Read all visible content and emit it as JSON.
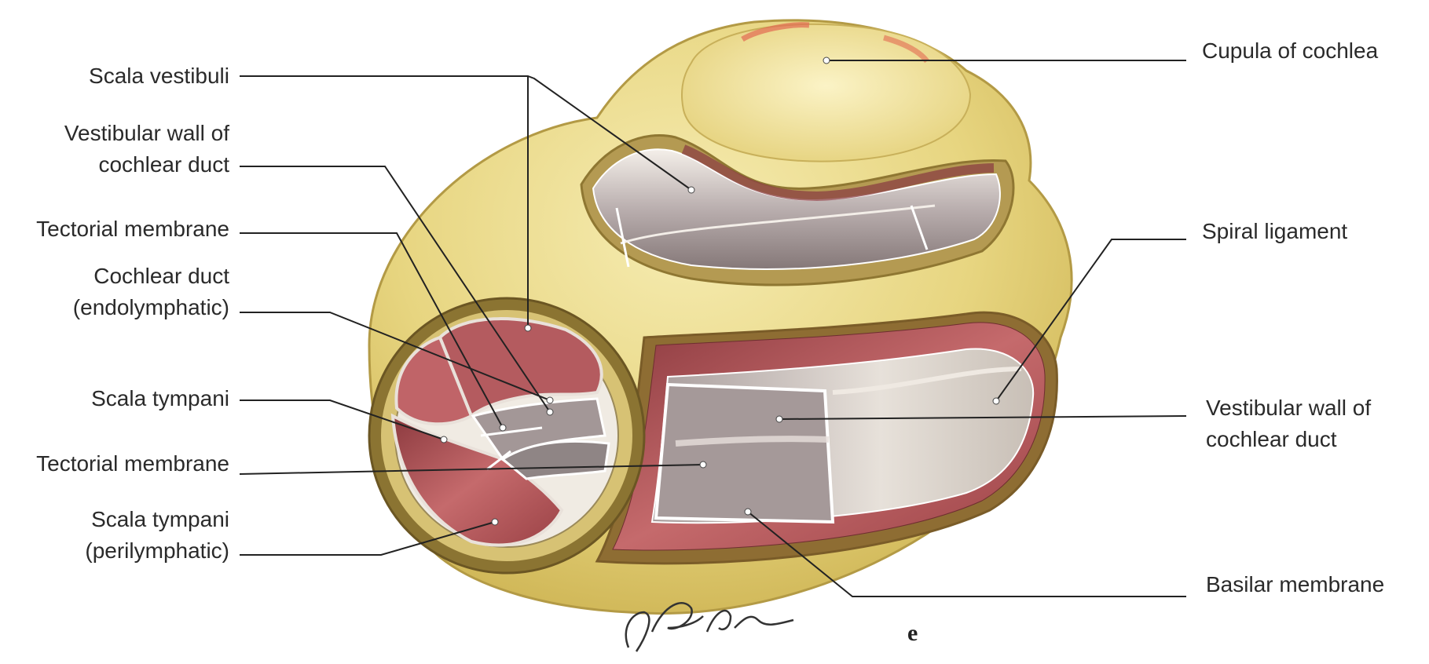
{
  "labels_left": [
    {
      "id": "scala-vestibuli",
      "lines": [
        "Scala vestibuli"
      ]
    },
    {
      "id": "vestibular-wall-left",
      "lines": [
        "Vestibular wall of",
        "cochlear duct"
      ]
    },
    {
      "id": "tectorial-membrane-upper",
      "lines": [
        "Tectorial membrane"
      ]
    },
    {
      "id": "cochlear-duct",
      "lines": [
        "Cochlear duct",
        "(endolymphatic)"
      ]
    },
    {
      "id": "scala-tympani",
      "lines": [
        "Scala tympani"
      ]
    },
    {
      "id": "tectorial-membrane-lower",
      "lines": [
        "Tectorial membrane"
      ]
    },
    {
      "id": "scala-tympani-peri",
      "lines": [
        "Scala tympani",
        "(perilymphatic)"
      ]
    }
  ],
  "labels_right": [
    {
      "id": "cupula",
      "lines": [
        "Cupula of cochlea"
      ]
    },
    {
      "id": "spiral-ligament",
      "lines": [
        "Spiral ligament"
      ]
    },
    {
      "id": "vestibular-wall-right",
      "lines": [
        "Vestibular wall of",
        "cochlear duct"
      ]
    },
    {
      "id": "basilar-membrane",
      "lines": [
        "Basilar membrane"
      ]
    }
  ],
  "signature": "J Leblanc",
  "panel_letter": "e",
  "colors": {
    "bone": "#e6d477",
    "bone_edge": "#a88e38",
    "canal_red": "#b55056",
    "membrane_gray": "#b7adab",
    "leader": "#222222"
  }
}
